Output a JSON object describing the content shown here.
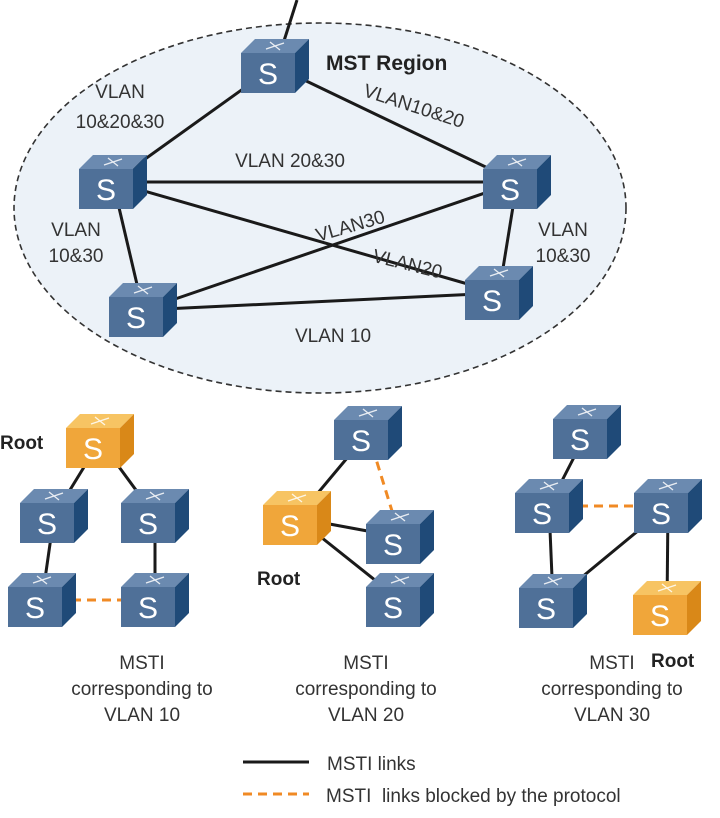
{
  "region": {
    "title": "MST Region",
    "colors": {
      "region_fill": "#ecf2f8",
      "region_border": "#333333",
      "link": "#1a1a1a",
      "blocked_link": "#f08a24",
      "switch_front": "#4f7098",
      "switch_top": "#6b8ab0",
      "switch_side": "#1f4a78",
      "root_front": "#f0a63a",
      "root_top": "#f7c463",
      "root_side": "#d98818"
    },
    "switch_glyph": "S",
    "switches": [
      {
        "id": "top",
        "role": "switch"
      },
      {
        "id": "left",
        "role": "switch"
      },
      {
        "id": "right",
        "role": "switch"
      },
      {
        "id": "bottom-left",
        "role": "switch"
      },
      {
        "id": "bottom-right",
        "role": "switch"
      }
    ],
    "links": [
      {
        "from": "top",
        "to": "left",
        "label": [
          "VLAN",
          "10&20&30"
        ]
      },
      {
        "from": "top",
        "to": "right",
        "label": [
          "VLAN10&20"
        ]
      },
      {
        "from": "left",
        "to": "right",
        "label": [
          "VLAN 20&30"
        ]
      },
      {
        "from": "left",
        "to": "bottom-left",
        "label": [
          "VLAN",
          "10&30"
        ]
      },
      {
        "from": "right",
        "to": "bottom-right",
        "label": [
          "VLAN",
          "10&30"
        ]
      },
      {
        "from": "bottom-left",
        "to": "right",
        "label": [
          "VLAN30"
        ]
      },
      {
        "from": "left",
        "to": "bottom-right",
        "label": [
          "VLAN20"
        ]
      },
      {
        "from": "bottom-left",
        "to": "bottom-right",
        "label": [
          "VLAN 10"
        ]
      }
    ],
    "uplink": true
  },
  "instances": [
    {
      "caption": [
        "MSTI",
        "corresponding to",
        "VLAN 10"
      ],
      "root_label": "Root",
      "switches": [
        {
          "id": "a",
          "root": true
        },
        {
          "id": "b",
          "root": false
        },
        {
          "id": "c",
          "root": false
        },
        {
          "id": "d",
          "root": false
        },
        {
          "id": "e",
          "root": false
        }
      ],
      "links": [
        {
          "from": "a",
          "to": "b",
          "blocked": false
        },
        {
          "from": "a",
          "to": "c",
          "blocked": false
        },
        {
          "from": "b",
          "to": "d",
          "blocked": false
        },
        {
          "from": "c",
          "to": "e",
          "blocked": false
        },
        {
          "from": "d",
          "to": "e",
          "blocked": true
        }
      ]
    },
    {
      "caption": [
        "MSTI",
        "corresponding to",
        "VLAN 20"
      ],
      "root_label": "Root",
      "switches": [
        {
          "id": "a",
          "root": false
        },
        {
          "id": "b",
          "root": true
        },
        {
          "id": "c",
          "root": false
        },
        {
          "id": "d",
          "root": false
        }
      ],
      "links": [
        {
          "from": "a",
          "to": "b",
          "blocked": false
        },
        {
          "from": "a",
          "to": "c",
          "blocked": true
        },
        {
          "from": "b",
          "to": "c",
          "blocked": false
        },
        {
          "from": "b",
          "to": "d",
          "blocked": false
        }
      ]
    },
    {
      "caption": [
        "MSTI",
        "corresponding to",
        "VLAN 30"
      ],
      "root_label": "Root",
      "switches": [
        {
          "id": "a",
          "root": false
        },
        {
          "id": "b",
          "root": false
        },
        {
          "id": "c",
          "root": false
        },
        {
          "id": "d",
          "root": false
        },
        {
          "id": "e",
          "root": true
        }
      ],
      "links": [
        {
          "from": "a",
          "to": "b",
          "blocked": false
        },
        {
          "from": "b",
          "to": "c",
          "blocked": true
        },
        {
          "from": "b",
          "to": "d",
          "blocked": false
        },
        {
          "from": "c",
          "to": "d",
          "blocked": false
        },
        {
          "from": "c",
          "to": "e",
          "blocked": false
        }
      ]
    }
  ],
  "legend": {
    "items": [
      {
        "style": "solid",
        "label": "MSTI links"
      },
      {
        "style": "dashed",
        "label": "MSTI  links blocked by the protocol"
      }
    ]
  }
}
